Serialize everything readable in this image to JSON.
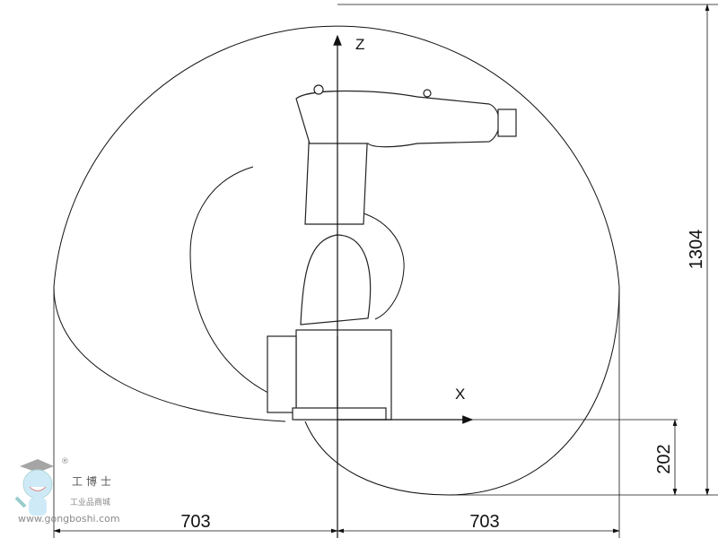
{
  "axes": {
    "z_label": "Z",
    "x_label": "X"
  },
  "dimensions": {
    "left_reach": "703",
    "right_reach": "703",
    "below_base": "202",
    "total_height": "1304"
  },
  "watermark": {
    "brand": "工博士",
    "subtitle": "工业品商城",
    "url": "www.gongboshi.com",
    "registered": "®"
  }
}
